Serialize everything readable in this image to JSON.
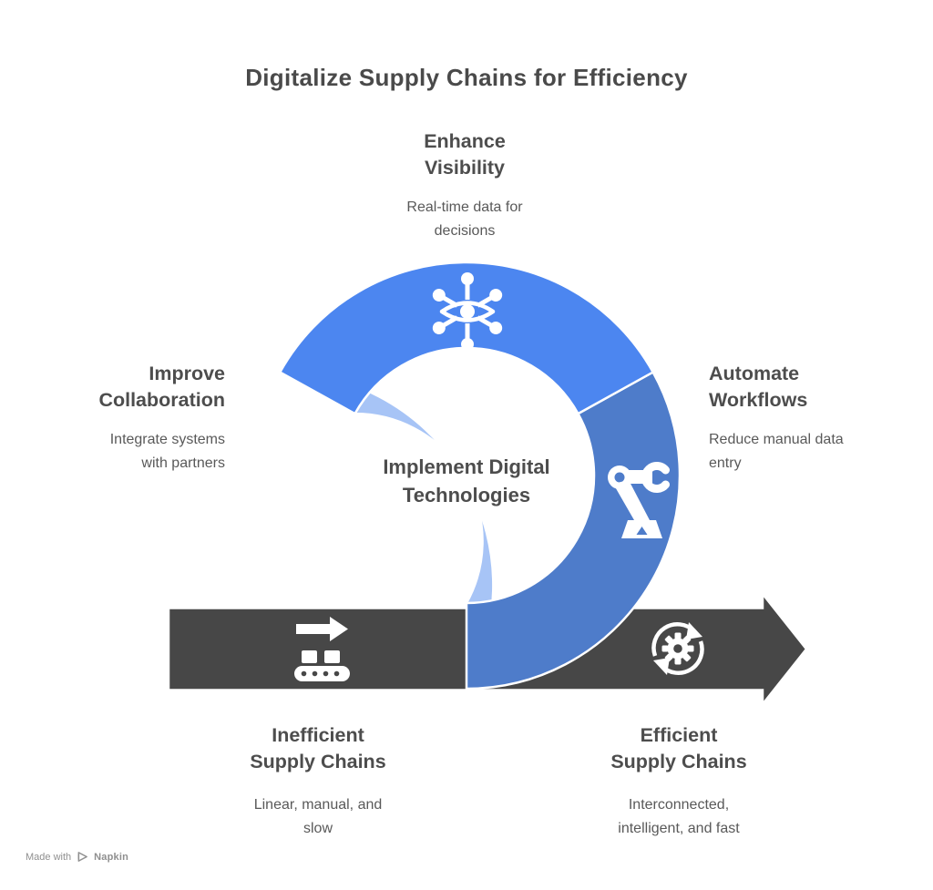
{
  "title": "Digitalize Supply Chains for Efficiency",
  "colors": {
    "top_segment": "#4c86f0",
    "left_segment": "#a7c4f6",
    "right_segment": "#4e7cca",
    "arrow_bar": "#474747",
    "heading_text": "#4d4d4d",
    "body_text": "#595959",
    "outline": "#ffffff"
  },
  "center": {
    "label": "Implement Digital\nTechnologies"
  },
  "steps": [
    {
      "id": "enhance-visibility",
      "heading": "Enhance\nVisibility",
      "description": "Real-time data for\ndecisions",
      "icon": "eye-network-icon",
      "segment_color": "#4c86f0"
    },
    {
      "id": "improve-collaboration",
      "heading": "Improve\nCollaboration",
      "description": "Integrate systems\nwith partners",
      "icon": "collaboration-network-icon",
      "segment_color": "#a7c4f6"
    },
    {
      "id": "automate-workflows",
      "heading": "Automate\nWorkflows",
      "description": "Reduce manual data\nentry",
      "icon": "robot-arm-icon",
      "segment_color": "#4e7cca"
    }
  ],
  "flow": {
    "start": {
      "heading": "Inefficient\nSupply Chains",
      "description": "Linear, manual, and\nslow",
      "icon": "conveyor-belt-icon"
    },
    "end": {
      "heading": "Efficient\nSupply Chains",
      "description": "Interconnected,\nintelligent, and fast",
      "icon": "sync-gear-icon"
    }
  },
  "footer": {
    "made_with": "Made with",
    "brand": "Napkin",
    "icon": "napkin-logo-icon"
  }
}
